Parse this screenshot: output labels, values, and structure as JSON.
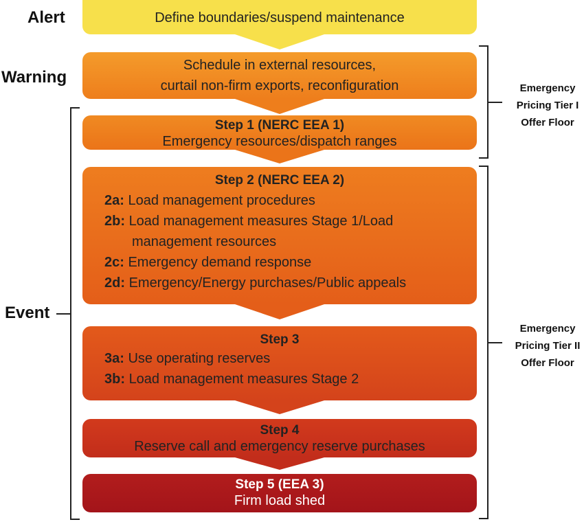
{
  "levels": {
    "alert": "Alert",
    "warning": "Warning",
    "event": "Event"
  },
  "boxes": {
    "alert": {
      "text": "Define boundaries/suspend maintenance",
      "color": "#f7e04b"
    },
    "warning": {
      "line1": "Schedule in external resources,",
      "line2": "curtail non-firm exports, reconfiguration",
      "color": "#f1871f"
    },
    "step1": {
      "title": "Step 1 (NERC EEA 1)",
      "text": "Emergency resources/dispatch ranges",
      "color": "#ef7b1d"
    },
    "step2": {
      "title": "Step 2 (NERC EEA 2)",
      "items": [
        {
          "code": "2a:",
          "text": "Load management procedures"
        },
        {
          "code": "2b:",
          "text": "Load management measures Stage 1/Load",
          "cont": "management resources"
        },
        {
          "code": "2c:",
          "text": "Emergency demand response"
        },
        {
          "code": "2d:",
          "text": "Emergency/Energy purchases/Public appeals"
        }
      ],
      "color": "#e8651a"
    },
    "step3": {
      "title": "Step 3",
      "items": [
        {
          "code": "3a:",
          "text": "Use operating reserves"
        },
        {
          "code": "3b:",
          "text": "Load management measures Stage 2"
        }
      ],
      "color": "#d94a1c"
    },
    "step4": {
      "title": "Step 4",
      "text": "Reserve call and emergency reserve purchases",
      "color": "#c8301c"
    },
    "step5": {
      "title": "Step 5 (EEA 3)",
      "text": "Firm load shed",
      "color": "#a8151b"
    }
  },
  "tiers": {
    "tier1": [
      "Emergency",
      "Pricing Tier I",
      "Offer Floor"
    ],
    "tier2": [
      "Emergency",
      "Pricing Tier II",
      "Offer Floor"
    ]
  }
}
